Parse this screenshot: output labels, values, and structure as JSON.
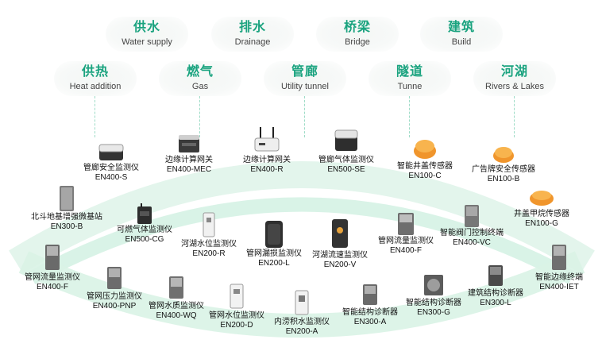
{
  "colors": {
    "accent": "#1aa37f",
    "arc": "#c9eedd",
    "text": "#111111"
  },
  "categories": [
    {
      "cn": "供水",
      "en": "Water supply"
    },
    {
      "cn": "排水",
      "en": "Drainage"
    },
    {
      "cn": "桥梁",
      "en": "Bridge"
    },
    {
      "cn": "建筑",
      "en": "Build"
    },
    {
      "cn": "供热",
      "en": "Heat addition"
    },
    {
      "cn": "燃气",
      "en": "Gas"
    },
    {
      "cn": "管廊",
      "en": "Utility tunnel"
    },
    {
      "cn": "隧道",
      "en": "Tunne"
    },
    {
      "cn": "河湖",
      "en": "Rivers & Lakes"
    }
  ],
  "devices": [
    {
      "name": "管廊安全监测仪",
      "model": "EN400-S",
      "icon": "tunnel-safety-monitor-icon"
    },
    {
      "name": "边缘计算网关",
      "model": "EN400-MEC",
      "icon": "edge-gateway-icon"
    },
    {
      "name": "边缘计算网关",
      "model": "EN400-R",
      "icon": "router-gateway-icon"
    },
    {
      "name": "管廊气体监测仪",
      "model": "EN500-SE",
      "icon": "gas-monitor-icon"
    },
    {
      "name": "智能井盖传感器",
      "model": "EN100-C",
      "icon": "manhole-sensor-icon"
    },
    {
      "name": "广告牌安全传感器",
      "model": "EN100-B",
      "icon": "billboard-sensor-icon"
    },
    {
      "name": "北斗地基增强微基站",
      "model": "EN300-B",
      "icon": "beidou-station-icon"
    },
    {
      "name": "可燃气体监测仪",
      "model": "EN500-CG",
      "icon": "combustible-gas-icon"
    },
    {
      "name": "河湖水位监测仪",
      "model": "EN200-R",
      "icon": "river-level-icon"
    },
    {
      "name": "管网漏损监测仪",
      "model": "EN200-L",
      "icon": "leak-monitor-icon"
    },
    {
      "name": "河湖流速监测仪",
      "model": "EN200-V",
      "icon": "flow-velocity-icon"
    },
    {
      "name": "管网流量监测仪",
      "model": "EN400-F",
      "icon": "pipe-flow-icon"
    },
    {
      "name": "智能阀门控制终端",
      "model": "EN400-VC",
      "icon": "valve-control-icon"
    },
    {
      "name": "井盖甲烷传感器",
      "model": "EN100-G",
      "icon": "methane-sensor-icon"
    },
    {
      "name": "管网流量监测仪",
      "model": "EN400-F",
      "icon": "pipe-flow-box-icon"
    },
    {
      "name": "智能边缘终端",
      "model": "EN400-IET",
      "icon": "edge-terminal-icon"
    },
    {
      "name": "管网压力监测仪",
      "model": "EN400-PNP",
      "icon": "pressure-monitor-icon"
    },
    {
      "name": "管网水质监测仪",
      "model": "EN400-WQ",
      "icon": "water-quality-icon"
    },
    {
      "name": "管网水位监测仪",
      "model": "EN200-D",
      "icon": "pipe-level-icon"
    },
    {
      "name": "内涝积水监测仪",
      "model": "EN200-A",
      "icon": "waterlogging-icon"
    },
    {
      "name": "智能结构诊断器",
      "model": "EN300-A",
      "icon": "structure-diagnoser-icon"
    },
    {
      "name": "智能结构诊断器",
      "model": "EN300-G",
      "icon": "structure-gauge-icon"
    },
    {
      "name": "建筑结构诊断器",
      "model": "EN300-L",
      "icon": "building-structure-icon"
    }
  ]
}
